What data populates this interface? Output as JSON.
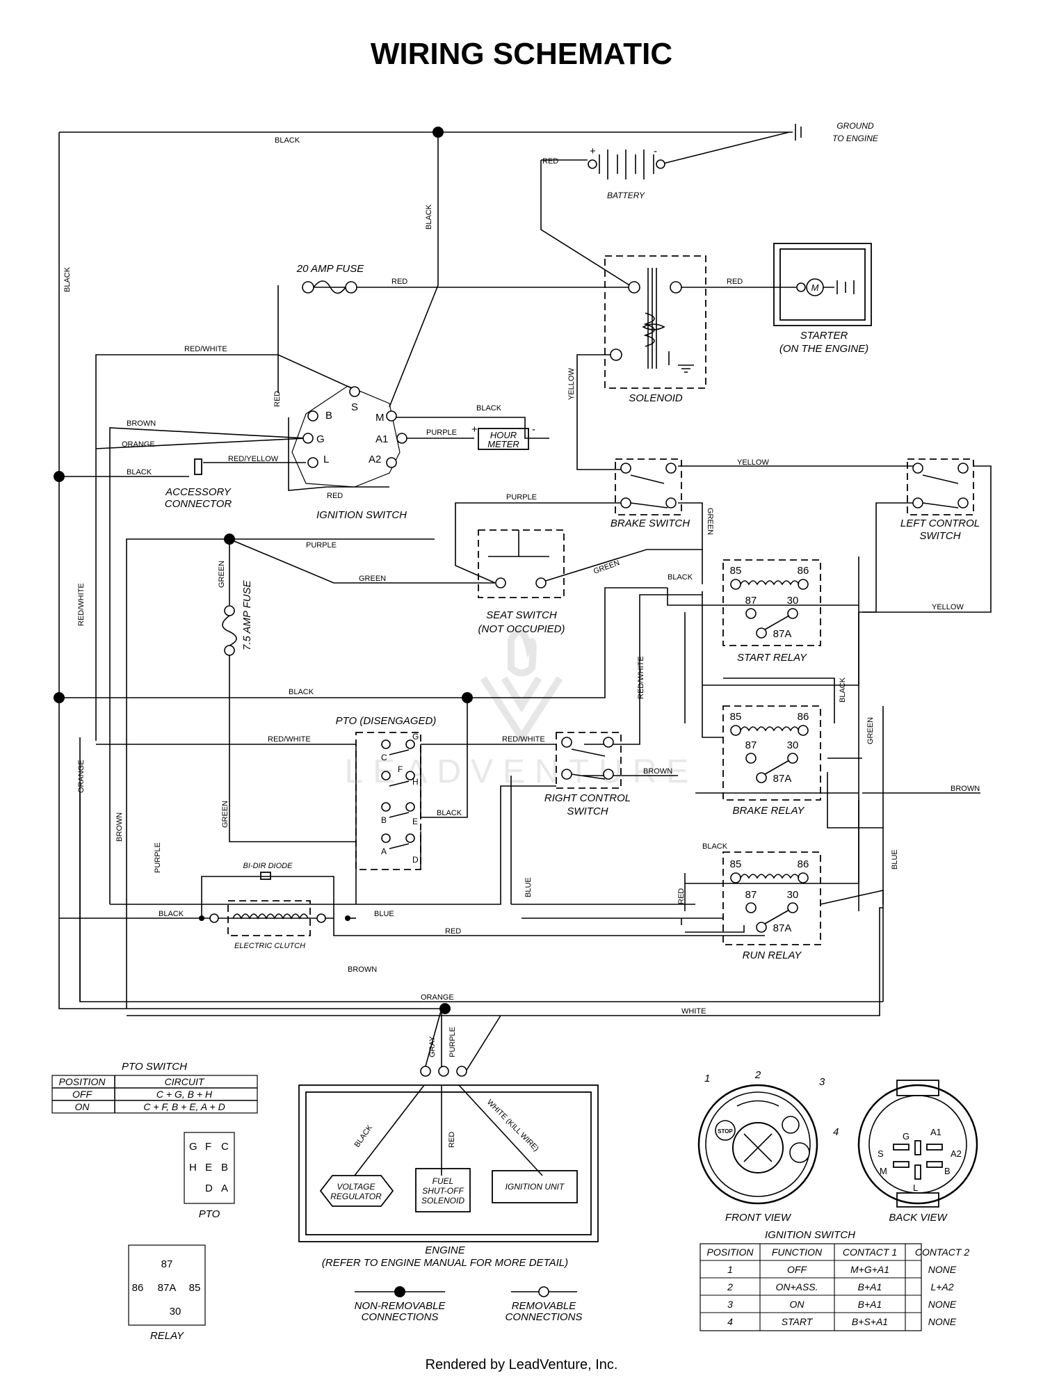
{
  "title": "WIRING SCHEMATIC",
  "footer": "Rendered by LeadVenture, Inc.",
  "watermark": "LEADVENTURE",
  "components": {
    "battery": "BATTERY",
    "ground": [
      "GROUND",
      "TO ENGINE"
    ],
    "fuse20": "20 AMP FUSE",
    "fuse75": "7.5 AMP FUSE",
    "solenoid": "SOLENOID",
    "starter": [
      "STARTER",
      "(ON THE ENGINE)"
    ],
    "starter_m": "M",
    "ignition_switch": "IGNITION SWITCH",
    "hour_meter": [
      "HOUR",
      "METER"
    ],
    "accessory": [
      "ACCESSORY",
      "CONNECTOR"
    ],
    "brake_switch": "BRAKE SWITCH",
    "left_control": [
      "LEFT CONTROL",
      "SWITCH"
    ],
    "seat_switch": [
      "SEAT SWITCH",
      "(NOT OCCUPIED)"
    ],
    "start_relay": "START RELAY",
    "brake_relay": "BRAKE RELAY",
    "run_relay": "RUN RELAY",
    "pto": "PTO (DISENGAGED)",
    "right_control": [
      "RIGHT CONTROL",
      "SWITCH"
    ],
    "diode": "BI-DIR DIODE",
    "clutch": "ELECTRIC CLUTCH",
    "engine": [
      "ENGINE",
      "(REFER TO ENGINE MANUAL FOR MORE DETAIL)"
    ],
    "voltage_regulator": [
      "VOLTAGE",
      "REGULATOR"
    ],
    "fuel_solenoid": [
      "FUEL",
      "SHUT-OFF",
      "SOLENOID"
    ],
    "ignition_unit": "IGNITION UNIT"
  },
  "terminals": {
    "ign": [
      "B",
      "S",
      "M",
      "G",
      "A1",
      "L",
      "A2"
    ],
    "relay": [
      "85",
      "86",
      "87",
      "30",
      "87A"
    ],
    "pto": [
      "G",
      "C",
      "F",
      "H",
      "B",
      "E",
      "A",
      "D"
    ],
    "polarity": [
      "+",
      "-"
    ]
  },
  "wires": {
    "black": "BLACK",
    "red": "RED",
    "red_white": "RED/WHITE",
    "red_yellow": "RED/YELLOW",
    "brown": "BROWN",
    "orange": "ORANGE",
    "purple": "PURPLE",
    "yellow": "YELLOW",
    "green": "GREEN",
    "blue": "BLUE",
    "white": "WHITE",
    "gray": "GRAY",
    "kill": "WHITE (KILL WIRE)"
  },
  "pto_table": {
    "title": "PTO SWITCH",
    "headers": [
      "POSITION",
      "CIRCUIT"
    ],
    "rows": [
      [
        "OFF",
        "C + G, B + H"
      ],
      [
        "ON",
        "C + F, B + E, A + D"
      ]
    ]
  },
  "pto_pins": {
    "caption": "PTO",
    "pins": [
      "G",
      "F",
      "C",
      "H",
      "E",
      "B",
      "D",
      "A"
    ]
  },
  "relay_pins": {
    "caption": "RELAY",
    "pins": [
      "87",
      "86",
      "87A",
      "85",
      "30"
    ]
  },
  "legend": {
    "nonremovable": [
      "NON-REMOVABLE",
      "CONNECTIONS"
    ],
    "removable": [
      "REMOVABLE",
      "CONNECTIONS"
    ]
  },
  "ign_views": {
    "front": "FRONT VIEW",
    "back": "BACK VIEW",
    "numbers": [
      "1",
      "2",
      "3",
      "4"
    ],
    "stop": "STOP",
    "back_pins": [
      "G",
      "A1",
      "S",
      "A2",
      "M",
      "B",
      "L"
    ]
  },
  "ign_table": {
    "title": "IGNITION SWITCH",
    "headers": [
      "POSITION",
      "FUNCTION",
      "CONTACT 1",
      "CONTACT 2"
    ],
    "rows": [
      [
        "1",
        "OFF",
        "M+G+A1",
        "NONE"
      ],
      [
        "2",
        "ON+ASS.",
        "B+A1",
        "L+A2"
      ],
      [
        "3",
        "ON",
        "B+A1",
        "NONE"
      ],
      [
        "4",
        "START",
        "B+S+A1",
        "NONE"
      ]
    ]
  }
}
